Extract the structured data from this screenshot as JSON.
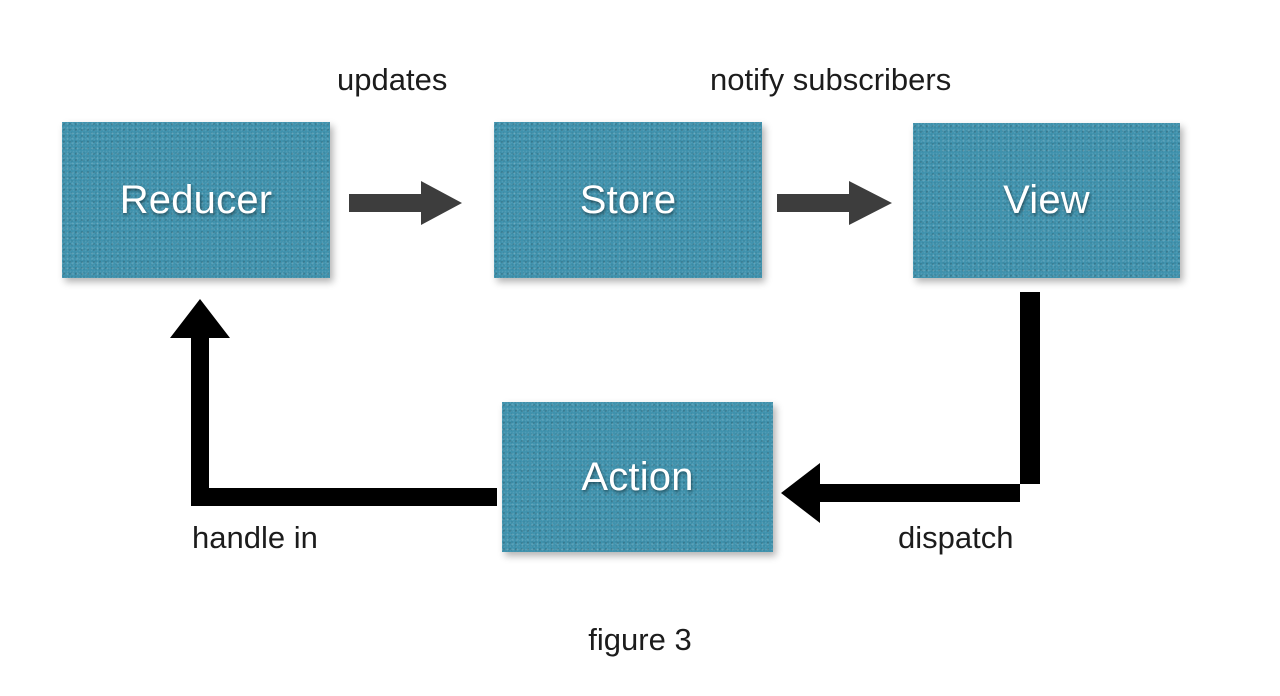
{
  "figure": {
    "caption": "figure 3",
    "background_color": "#ffffff",
    "node_fill_color": "#3f92ad",
    "node_text_color": "#ffffff",
    "gray_arrow_color": "#3d3d3d",
    "black_arrow_color": "#000000",
    "label_text_color": "#1c1c1c"
  },
  "nodes": [
    {
      "id": "reducer",
      "label": "Reducer"
    },
    {
      "id": "store",
      "label": "Store"
    },
    {
      "id": "view",
      "label": "View"
    },
    {
      "id": "action",
      "label": "Action"
    }
  ],
  "edges": [
    {
      "id": "reducer-to-store",
      "from": "Reducer",
      "to": "Store",
      "label": "updates",
      "color": "#3d3d3d",
      "direction": "right"
    },
    {
      "id": "store-to-view",
      "from": "Store",
      "to": "View",
      "label": "notify subscribers",
      "color": "#3d3d3d",
      "direction": "right"
    },
    {
      "id": "view-to-action",
      "from": "View",
      "to": "Action",
      "label": "dispatch",
      "color": "#000000",
      "direction": "down-then-left"
    },
    {
      "id": "action-to-reducer",
      "from": "Action",
      "to": "Reducer",
      "label": "handle in",
      "color": "#000000",
      "direction": "left-then-up"
    }
  ]
}
